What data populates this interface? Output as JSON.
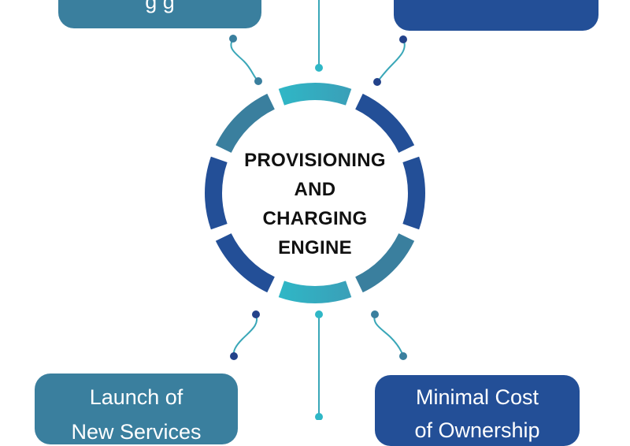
{
  "center": {
    "lines": [
      "PROVISIONING",
      "AND",
      "CHARGING",
      "ENGINE"
    ]
  },
  "boxes": {
    "top_left": {
      "lines": [
        "",
        "g   g"
      ],
      "color": "#3a7f9e"
    },
    "top_right": {
      "lines": [
        ""
      ],
      "color": "#234f97"
    },
    "bottom_left": {
      "lines": [
        "Launch of",
        "New Services"
      ],
      "color": "#3a7f9e"
    },
    "bottom_right": {
      "lines": [
        "Minimal Cost",
        "of Ownership"
      ],
      "color": "#234f97"
    }
  },
  "colors": {
    "teal_light": "#2fb7c6",
    "teal_mid": "#3a7f9e",
    "navy": "#234f97",
    "connector": "#3aa7b8",
    "dot_dark": "#23428a"
  }
}
